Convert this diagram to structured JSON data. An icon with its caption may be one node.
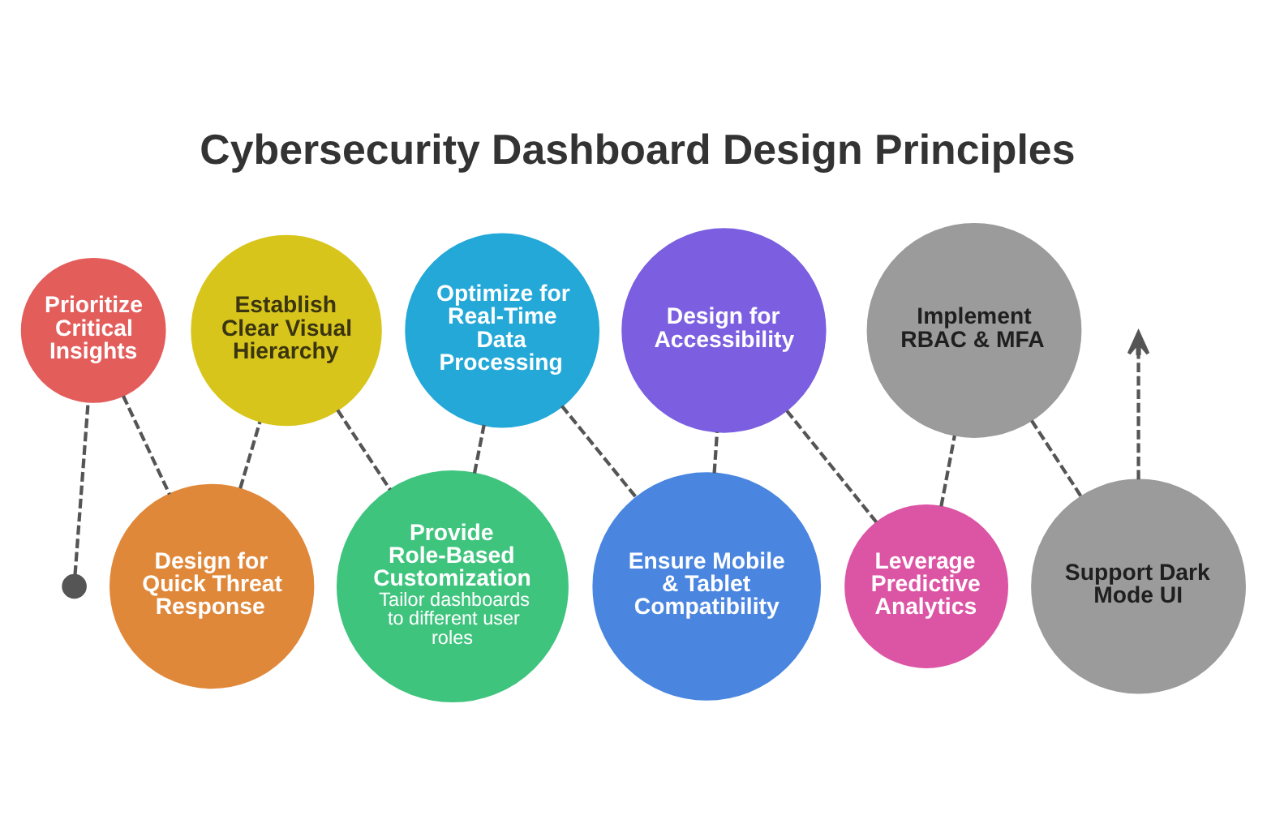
{
  "diagram": {
    "title": "Cybersecurity Dashboard Design Principles",
    "nodes": [
      {
        "text": [],
        "shape": "circle"
      },
      {
        "text": [
          "Prioritize Critical Insights"
        ]
      },
      {
        "text": [
          "Design for Quick Threat Response"
        ]
      },
      {
        "text": [
          "Establish Clear Visual Hierarchy"
        ]
      },
      {
        "text": [
          "Provide Role-Based Customization",
          "Tailor dashboards to different user roles"
        ]
      },
      {
        "text": [
          "Optimize for Real-Time Data Processing"
        ]
      },
      {
        "text": [
          "Ensure Mobile & Tablet Compatibility"
        ]
      },
      {
        "text": [
          "Design for Accessibility"
        ]
      },
      {
        "text": [
          "Leverage Predictive Analytics"
        ]
      },
      {
        "text": [
          "Implement RBAC & MFA"
        ]
      },
      {
        "text": [
          "Support Dark Mode UI"
        ]
      }
    ],
    "edges": [
      {
        "from": 0,
        "to": 1,
        "arrow": "none",
        "style": "dashed"
      },
      {
        "from": 1,
        "to": 2,
        "arrow": "none",
        "style": "dashed"
      },
      {
        "from": 2,
        "to": 3,
        "arrow": "none",
        "style": "dashed"
      },
      {
        "from": 3,
        "to": 4,
        "arrow": "none",
        "style": "dashed"
      },
      {
        "from": 4,
        "to": 5,
        "arrow": "none",
        "style": "dashed"
      },
      {
        "from": 5,
        "to": 6,
        "arrow": "none",
        "style": "dashed"
      },
      {
        "from": 6,
        "to": 7,
        "arrow": "none",
        "style": "dashed"
      },
      {
        "from": 7,
        "to": 8,
        "arrow": "none",
        "style": "dashed"
      },
      {
        "from": 8,
        "to": 9,
        "arrow": "none",
        "style": "dashed"
      },
      {
        "from": 9,
        "to": 10,
        "arrow": "none",
        "style": "dashed"
      },
      {
        "from": 10,
        "to": null,
        "arrow": "to",
        "style": "dashed"
      }
    ]
  }
}
